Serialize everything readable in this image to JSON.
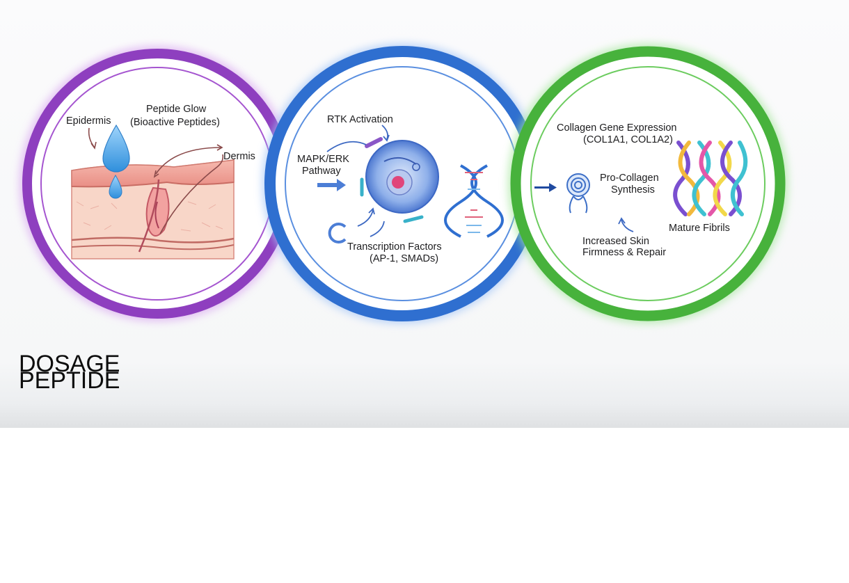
{
  "colors": {
    "ring_purple": "#8e3fbf",
    "ring_blue": "#2f6fd0",
    "ring_green": "#47b23c",
    "skin_pink": "#f3a9a1",
    "droplet_blue": "#4aa6e8",
    "text_dark": "#1d1d1f"
  },
  "diagram": {
    "circle1": {
      "epidermis": "Epidermis",
      "glow_line1": "Peptide Glow",
      "glow_line2": "(Bioactive Peptides)",
      "dermis": "Dermis"
    },
    "circle2": {
      "rtk": "RTK Activation",
      "mapk_line1": "MAPK/ERK",
      "mapk_line2": "Pathway",
      "tf_line1": "Transcription Factors",
      "tf_line2": "(AP-1, SMADs)"
    },
    "circle3": {
      "gene_line1": "Collagen Gene Expression",
      "gene_line2": "(COL1A1, COL1A2)",
      "pro_line1": "Pro-Collagen",
      "pro_line2": "Synthesis",
      "fibrils": "Mature Fibrils",
      "firm_line1": "Increased Skin",
      "firm_line2": "Firmness & Repair"
    }
  },
  "overlay": {
    "line1": "DOSAGE",
    "line2": "PEPTIDE"
  }
}
